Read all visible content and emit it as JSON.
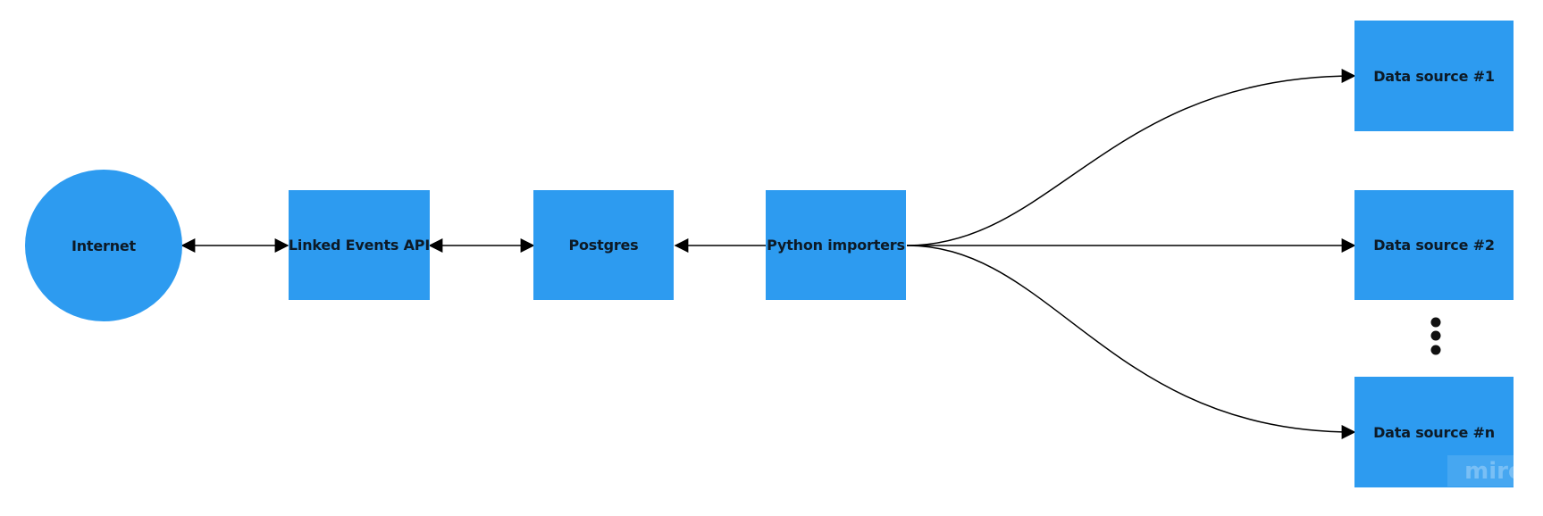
{
  "colors": {
    "node_fill": "#2d9bf0",
    "edge": "#000000",
    "label": "#0d1a26"
  },
  "nodes": {
    "internet": "Internet",
    "api": "Linked Events API",
    "postgres": "Postgres",
    "importers": "Python importers",
    "source1": "Data source #1",
    "source2": "Data source #2",
    "sourcen": "Data source #n"
  },
  "watermark": "miro",
  "continuation_icon": "vertical-ellipsis-icon",
  "edges": [
    {
      "from": "internet",
      "to": "api",
      "direction": "both"
    },
    {
      "from": "api",
      "to": "postgres",
      "direction": "both"
    },
    {
      "from": "importers",
      "to": "postgres",
      "direction": "forward"
    },
    {
      "from": "importers",
      "to": "source1",
      "direction": "forward"
    },
    {
      "from": "importers",
      "to": "source2",
      "direction": "forward"
    },
    {
      "from": "importers",
      "to": "sourcen",
      "direction": "forward"
    }
  ]
}
